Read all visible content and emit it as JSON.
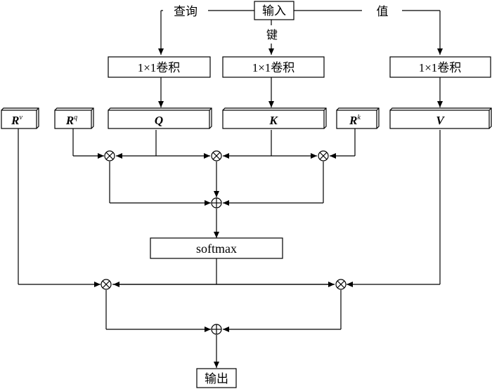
{
  "diagram": {
    "input_label": "输入",
    "output_label": "输出",
    "query_label": "查询",
    "key_label": "键",
    "value_label": "值",
    "conv_q_label": "1×1卷积",
    "conv_k_label": "1×1卷积",
    "conv_v_label": "1×1卷积",
    "tensor_rv": {
      "base": "R",
      "sup": "v"
    },
    "tensor_rq": {
      "base": "R",
      "sup": "q"
    },
    "tensor_q": "Q",
    "tensor_k": "K",
    "tensor_rk": {
      "base": "R",
      "sup": "k"
    },
    "tensor_v": "V",
    "softmax_label": "softmax"
  }
}
